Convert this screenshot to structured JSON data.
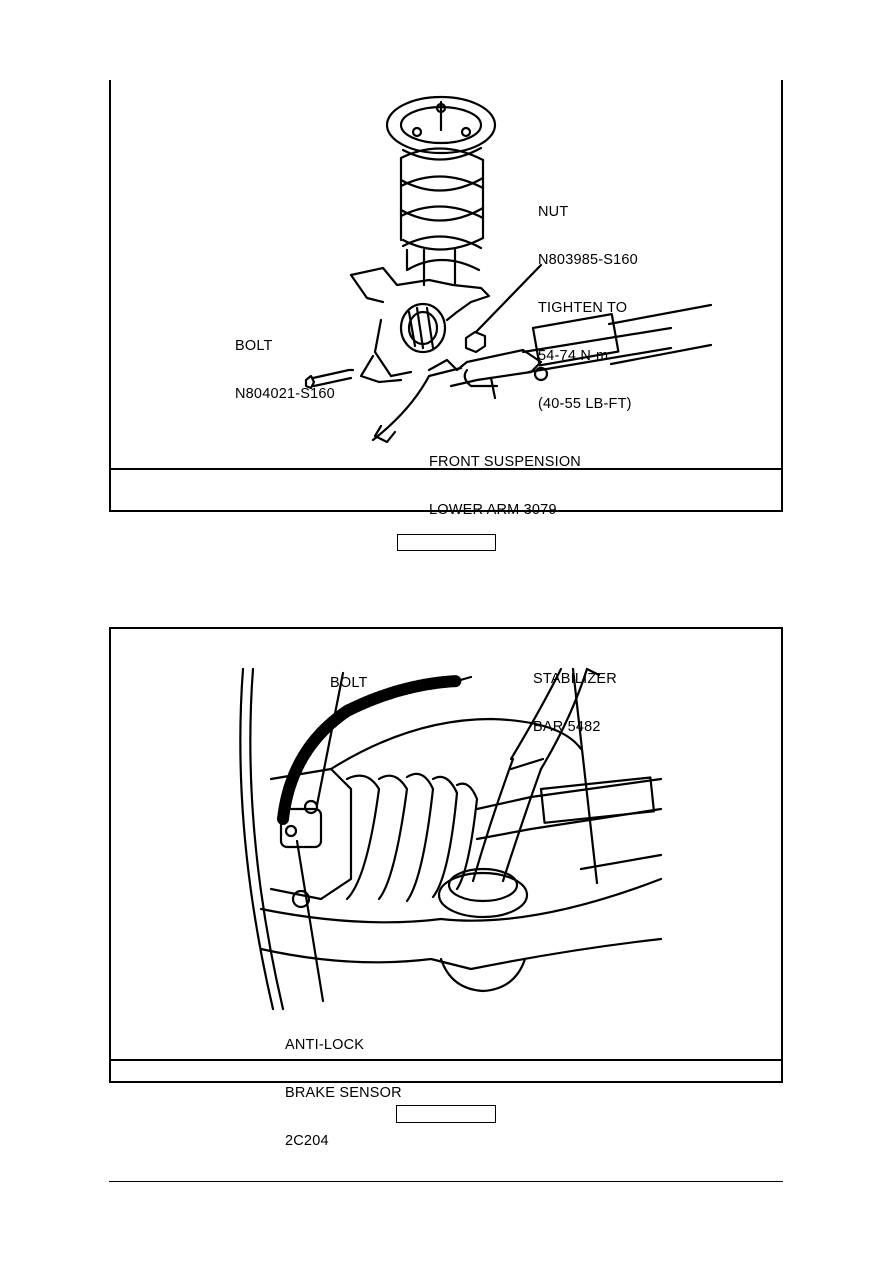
{
  "figure_1": {
    "callouts": {
      "nut": [
        "NUT",
        "N803985-S160",
        "TIGHTEN TO",
        "54-74 N·m",
        "(40-55 LB-FT)"
      ],
      "bolt": [
        "BOLT",
        "N804021-S160"
      ],
      "lower_arm": [
        "FRONT SUSPENSION",
        "LOWER ARM 3079"
      ]
    }
  },
  "figure_2": {
    "callouts": {
      "bolt": [
        "BOLT"
      ],
      "stabilizer": [
        "STABILIZER",
        "BAR 5482"
      ],
      "sensor": [
        "ANTI-LOCK",
        "BRAKE SENSOR",
        "2C204"
      ]
    }
  }
}
